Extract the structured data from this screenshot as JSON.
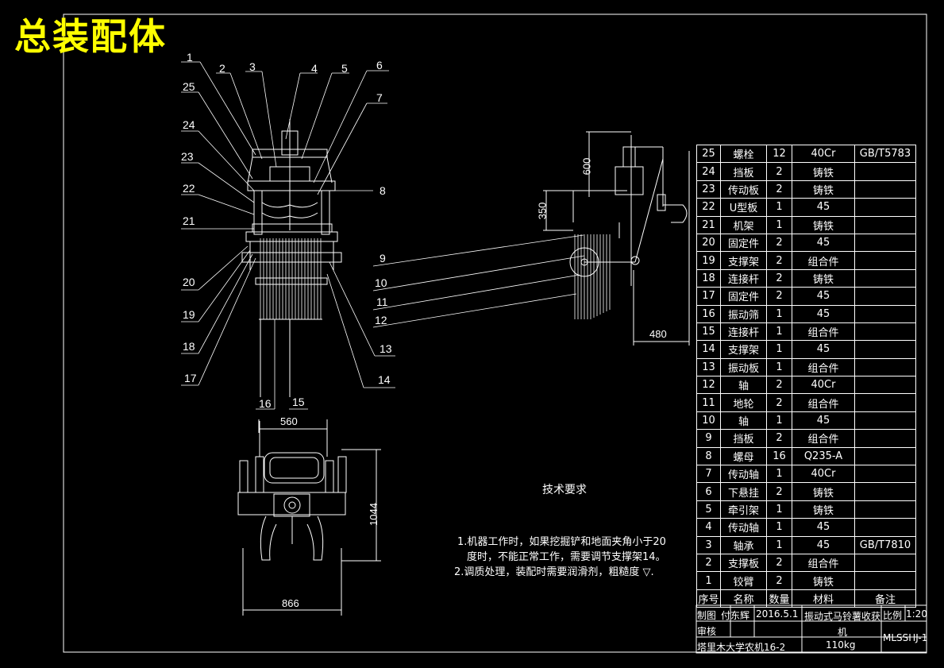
{
  "title": "总装配体",
  "part_callouts": [
    "1",
    "2",
    "3",
    "4",
    "5",
    "6",
    "7",
    "8",
    "9",
    "10",
    "11",
    "12",
    "13",
    "14",
    "15",
    "16",
    "17",
    "18",
    "19",
    "20",
    "21",
    "22",
    "23",
    "24",
    "25"
  ],
  "dimensions": {
    "side_600": "600",
    "side_350": "350",
    "side_480": "480",
    "bottom_560": "560",
    "bottom_1044": "1044",
    "bottom_866": "866"
  },
  "tech_requirements": {
    "heading": "技术要求",
    "line1": "1.机器工作时，如果挖掘铲和地面夹角小于20",
    "line2": "度时，不能正常工作，需要调节支撑架14。",
    "line3": "2.调质处理，装配时需要润滑剂，粗糙度 ▽."
  },
  "bom": {
    "rows": [
      {
        "no": "25",
        "name": "螺栓",
        "qty": "12",
        "material": "40Cr",
        "note": "GB/T5783"
      },
      {
        "no": "24",
        "name": "挡板",
        "qty": "2",
        "material": "铸铁",
        "note": ""
      },
      {
        "no": "23",
        "name": "传动板",
        "qty": "2",
        "material": "铸铁",
        "note": ""
      },
      {
        "no": "22",
        "name": "U型板",
        "qty": "1",
        "material": "45",
        "note": ""
      },
      {
        "no": "21",
        "name": "机架",
        "qty": "1",
        "material": "铸铁",
        "note": ""
      },
      {
        "no": "20",
        "name": "固定件",
        "qty": "2",
        "material": "45",
        "note": ""
      },
      {
        "no": "19",
        "name": "支撑架",
        "qty": "2",
        "material": "组合件",
        "note": ""
      },
      {
        "no": "18",
        "name": "连接杆",
        "qty": "2",
        "material": "铸铁",
        "note": ""
      },
      {
        "no": "17",
        "name": "固定件",
        "qty": "2",
        "material": "45",
        "note": ""
      },
      {
        "no": "16",
        "name": "振动筛",
        "qty": "1",
        "material": "45",
        "note": ""
      },
      {
        "no": "15",
        "name": "连接杆",
        "qty": "1",
        "material": "组合件",
        "note": ""
      },
      {
        "no": "14",
        "name": "支撑架",
        "qty": "1",
        "material": "45",
        "note": ""
      },
      {
        "no": "13",
        "name": "振动板",
        "qty": "1",
        "material": "组合件",
        "note": ""
      },
      {
        "no": "12",
        "name": "轴",
        "qty": "2",
        "material": "40Cr",
        "note": ""
      },
      {
        "no": "11",
        "name": "地轮",
        "qty": "2",
        "material": "组合件",
        "note": ""
      },
      {
        "no": "10",
        "name": "轴",
        "qty": "1",
        "material": "45",
        "note": ""
      },
      {
        "no": "9",
        "name": "挡板",
        "qty": "2",
        "material": "组合件",
        "note": ""
      },
      {
        "no": "8",
        "name": "螺母",
        "qty": "16",
        "material": "Q235-A",
        "note": ""
      },
      {
        "no": "7",
        "name": "传动轴",
        "qty": "1",
        "material": "40Cr",
        "note": ""
      },
      {
        "no": "6",
        "name": "下悬挂",
        "qty": "2",
        "material": "铸铁",
        "note": ""
      },
      {
        "no": "5",
        "name": "牵引架",
        "qty": "1",
        "material": "铸铁",
        "note": ""
      },
      {
        "no": "4",
        "name": "传动轴",
        "qty": "1",
        "material": "45",
        "note": ""
      },
      {
        "no": "3",
        "name": "轴承",
        "qty": "1",
        "material": "45",
        "note": "GB/T7810"
      },
      {
        "no": "2",
        "name": "支撑板",
        "qty": "2",
        "material": "组合件",
        "note": ""
      },
      {
        "no": "1",
        "name": "铰臂",
        "qty": "2",
        "material": "铸铁",
        "note": ""
      }
    ],
    "header": {
      "no": "序号",
      "name": "名称",
      "qty": "数量",
      "material": "材料",
      "note": "备注"
    }
  },
  "title_block": {
    "drawn_label": "制图",
    "drawer": "付东辉",
    "date": "2016.5.1",
    "product": "振动式马铃薯收获机",
    "scale_label": "比例",
    "scale": "1:20",
    "check_label": "审核",
    "school": "塔里木大学农机16-2",
    "weight": "110kg",
    "drawing_no": "MLSSHJ-1"
  }
}
